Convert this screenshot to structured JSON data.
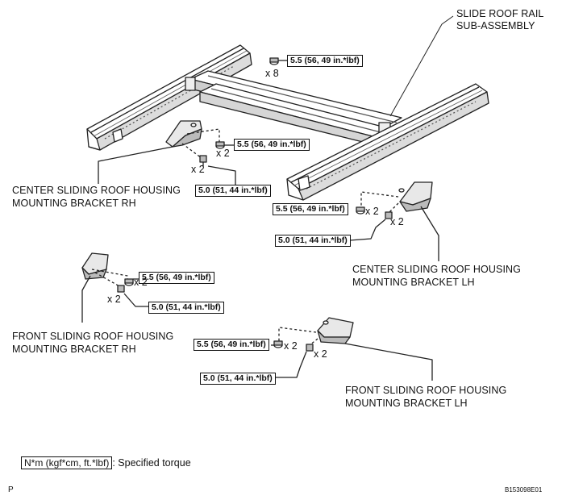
{
  "labels": {
    "slide_rail_line1": "SLIDE ROOF RAIL",
    "slide_rail_line2": "SUB-ASSEMBLY",
    "center_rh_line1": "CENTER SLIDING ROOF HOUSING",
    "center_rh_line2": "MOUNTING BRACKET RH",
    "center_lh_line1": "CENTER SLIDING ROOF HOUSING",
    "center_lh_line2": "MOUNTING BRACKET LH",
    "front_rh_line1": "FRONT SLIDING ROOF HOUSING",
    "front_rh_line2": "MOUNTING BRACKET RH",
    "front_lh_line1": "FRONT SLIDING ROOF HOUSING",
    "front_lh_line2": "MOUNTING BRACKET LH"
  },
  "torque": {
    "nut": "5.5 (56, 49 in.*lbf)",
    "bolt": "5.0 (51, 44 in.*lbf)"
  },
  "quantities": {
    "x8": "x 8",
    "x2": "x 2"
  },
  "legend": {
    "unit": "N*m (kgf*cm, ft.*lbf)",
    "text": ": Specified torque"
  },
  "footer": {
    "left_mark": "P",
    "figure_code": "B153098E01"
  }
}
